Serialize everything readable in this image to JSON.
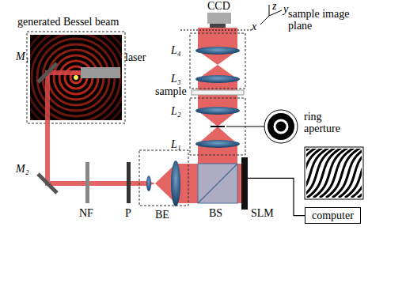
{
  "diagram": {
    "nodes": [
      {
        "text": [
          "CCD"
        ]
      },
      {
        "text": [
          "laser"
        ]
      },
      {
        "text": [
          "SLM"
        ]
      },
      {
        "text": [
          "computer"
        ]
      }
    ],
    "edges": [
      {
        "from": 2,
        "to": 3,
        "arrow": "none"
      }
    ],
    "labels": [
      "generated Bessel beam",
      "z",
      "y",
      "x",
      "sample image plane",
      "L₄",
      "L₃",
      "sample",
      "L₂",
      "L₁",
      "ring aperture",
      "M₁",
      "M₂",
      "NF",
      "P",
      "BE",
      "BS"
    ]
  }
}
